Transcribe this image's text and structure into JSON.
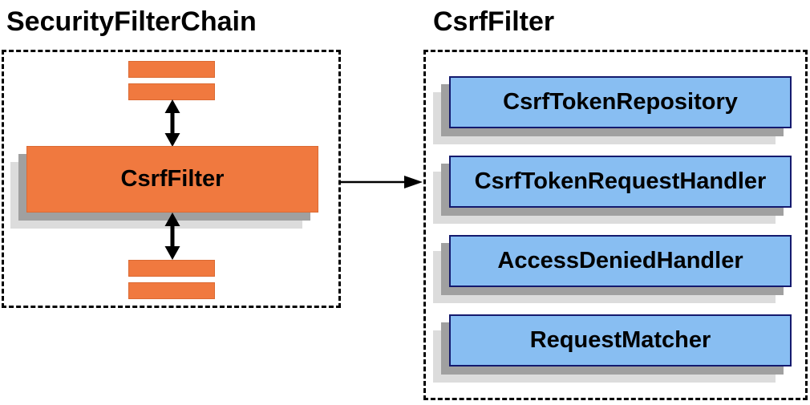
{
  "left_panel": {
    "title": "SecurityFilterChain",
    "filter_node_label": "CsrfFilter",
    "placeholder_bars": [
      "top-bar-1",
      "top-bar-2",
      "bottom-bar-1",
      "bottom-bar-2"
    ]
  },
  "right_panel": {
    "title": "CsrfFilter",
    "components": [
      {
        "label": "CsrfTokenRepository"
      },
      {
        "label": "CsrfTokenRequestHandler"
      },
      {
        "label": "AccessDeniedHandler"
      },
      {
        "label": "RequestMatcher"
      }
    ]
  },
  "colors": {
    "orange_fill": "#F0793F",
    "orange_border": "#DB6A33",
    "blue_fill": "#88BEF2",
    "blue_border": "#141A6E",
    "shadow_dark": "#A0A0A0",
    "shadow_light": "#DCDCDC",
    "arrow": "#000000",
    "dash": "#000000",
    "text": "#000000"
  }
}
